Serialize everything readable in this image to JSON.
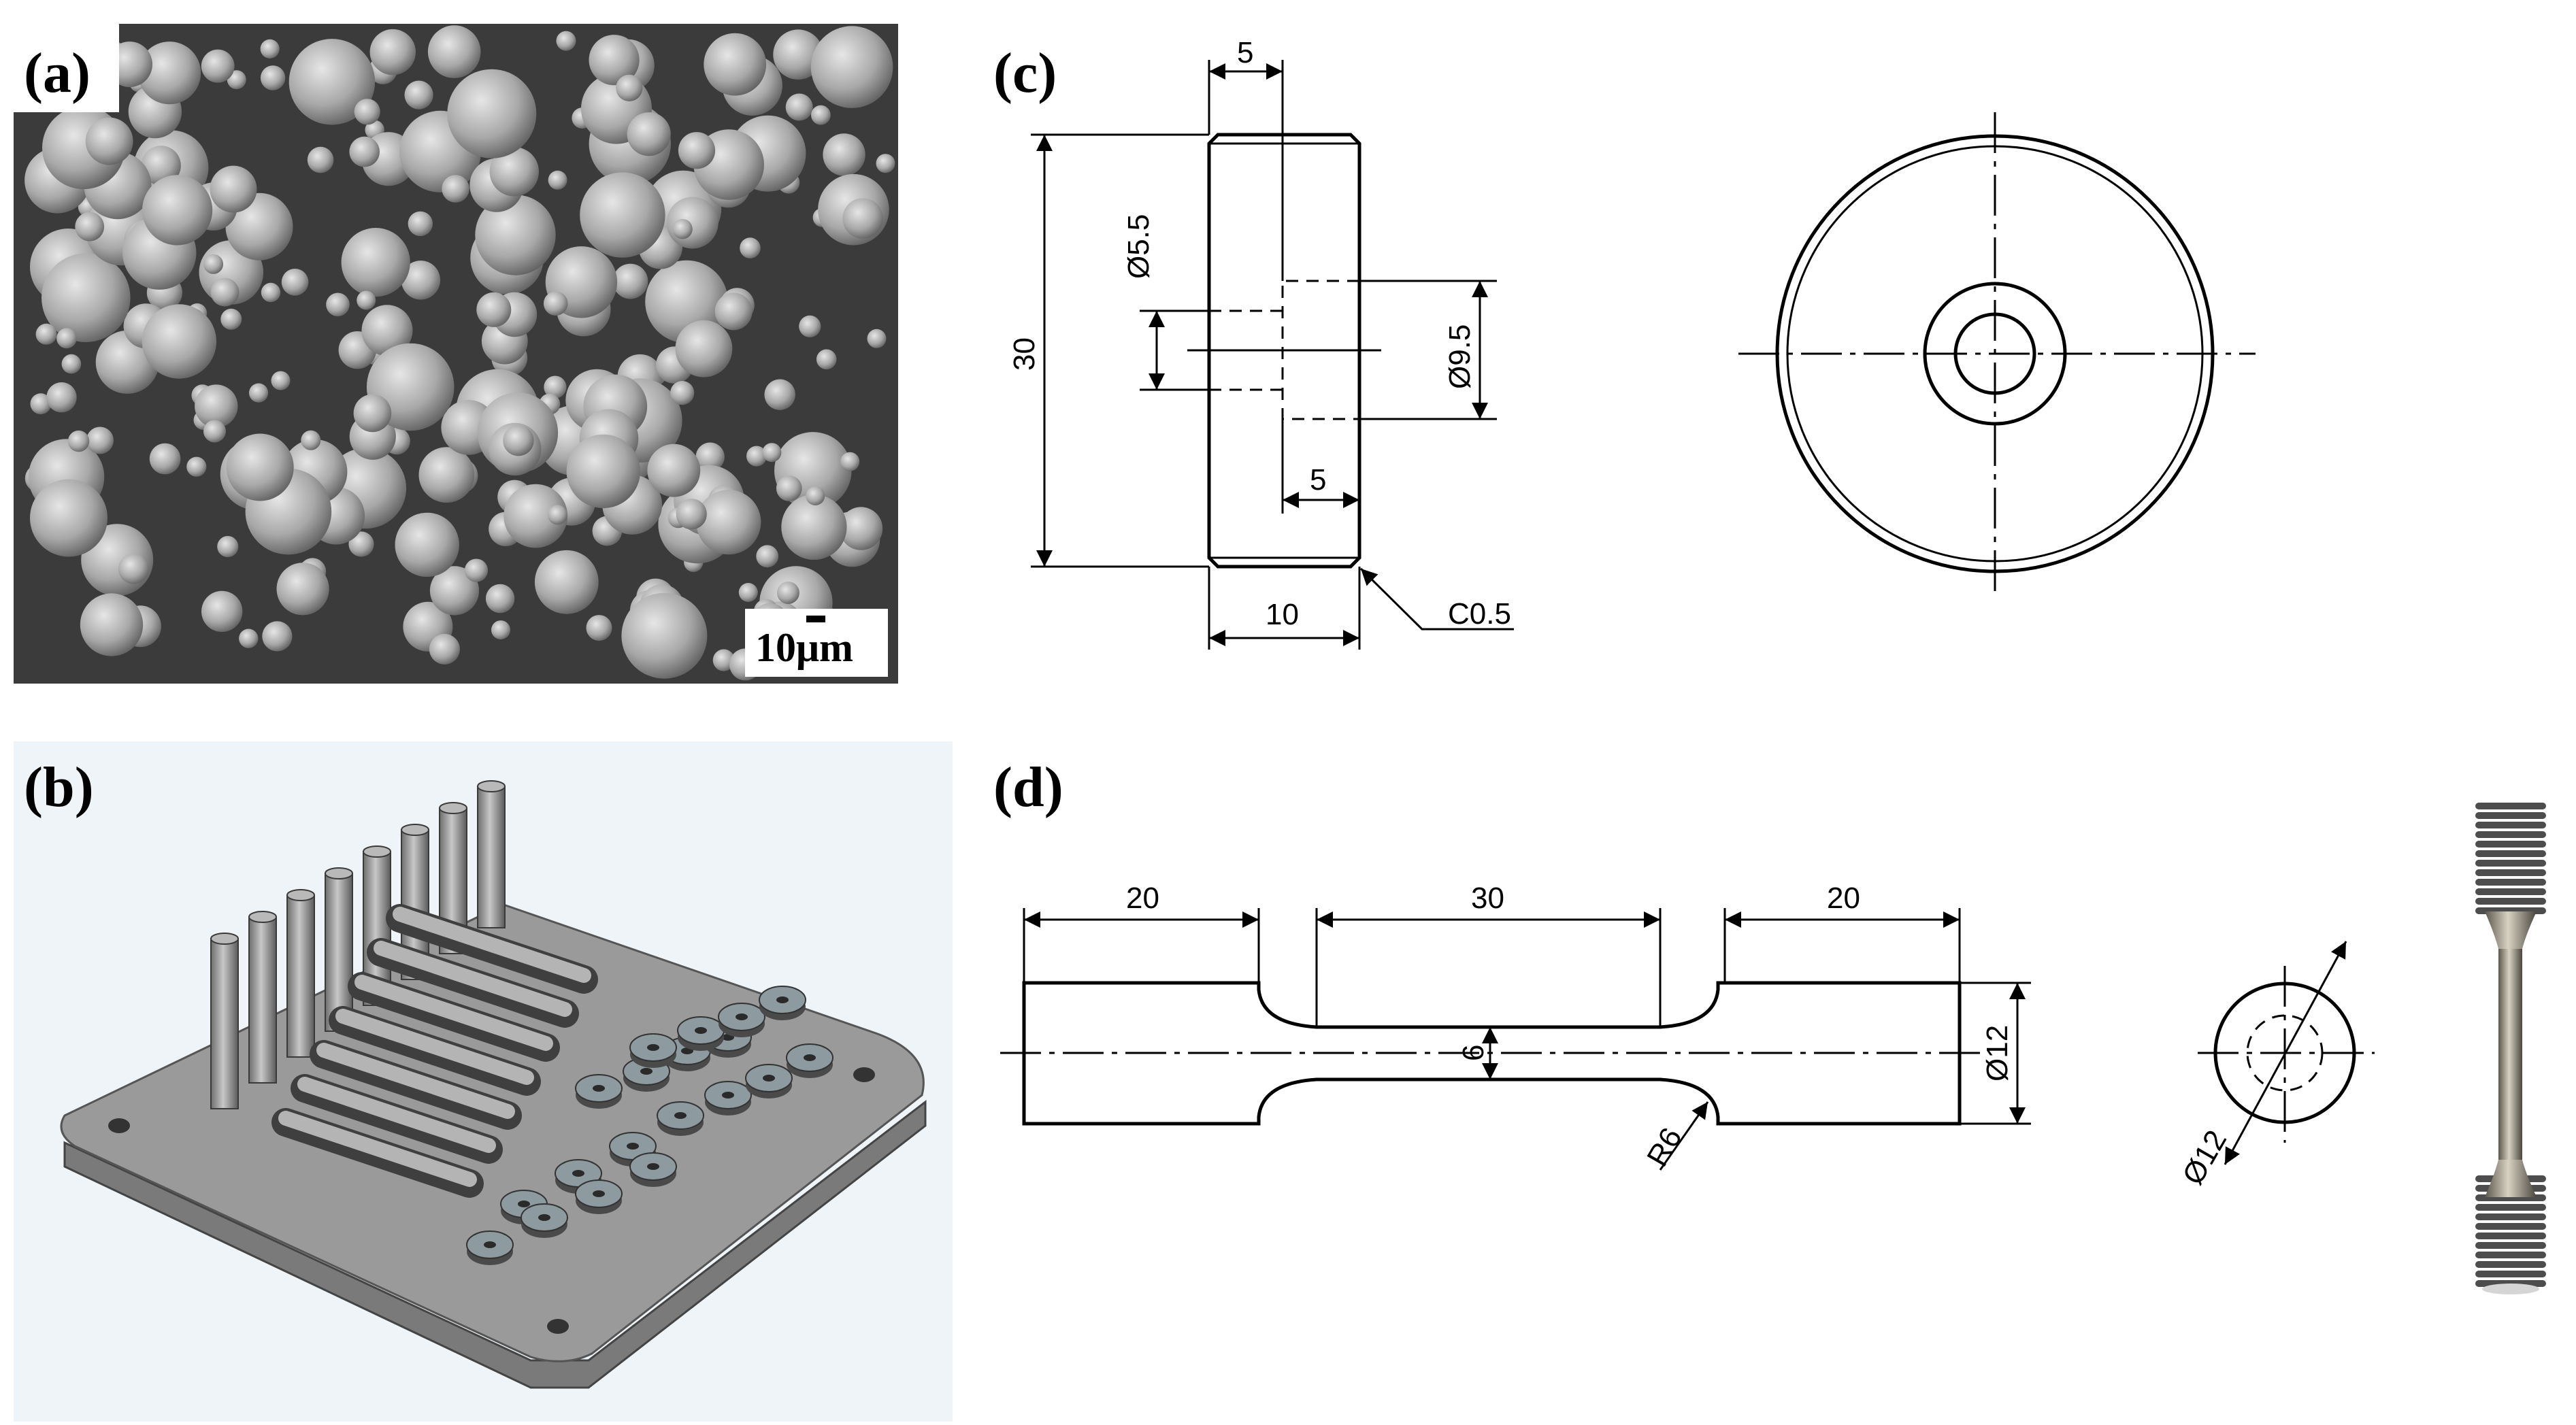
{
  "panels": {
    "a": {
      "label": "(a)",
      "scale_bar": "10μm"
    },
    "b": {
      "label": "(b)"
    },
    "c": {
      "label": "(c)",
      "dims": {
        "top_width": "5",
        "height": "30",
        "inner_dia": "Ø5.5",
        "outer_dia": "Ø9.5",
        "inner_depth": "5",
        "width": "10",
        "chamfer": "C0.5"
      }
    },
    "d": {
      "label": "(d)",
      "dims": {
        "grip_left": "20",
        "gauge": "30",
        "grip_right": "20",
        "gauge_dia": "6",
        "grip_dia": "Ø12",
        "radius": "R6",
        "section_dia": "Ø12"
      }
    }
  },
  "colors": {
    "sem_bg": "#3a3a3a",
    "particle": "#bdbdbd",
    "plate": "#8f8f8f",
    "plate_light": "#a9a9a9",
    "panel_b_bg": "#eef4f8"
  }
}
